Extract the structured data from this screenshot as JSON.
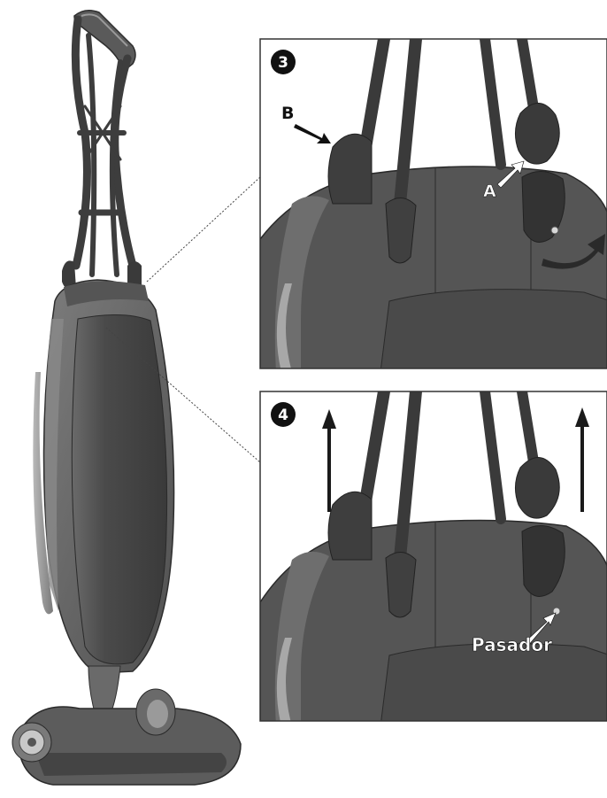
{
  "panel3": {
    "step": "3",
    "label_a": "A",
    "label_b": "B"
  },
  "panel4": {
    "step": "4",
    "label_pin": "Pasador"
  },
  "colors": {
    "body_dark": "#4a4a4a",
    "body_mid": "#5e5e5e",
    "body_light": "#7a7a7a",
    "highlight": "#a9a9a9",
    "frame": "#333333",
    "arrow": "#2a2a2a"
  }
}
